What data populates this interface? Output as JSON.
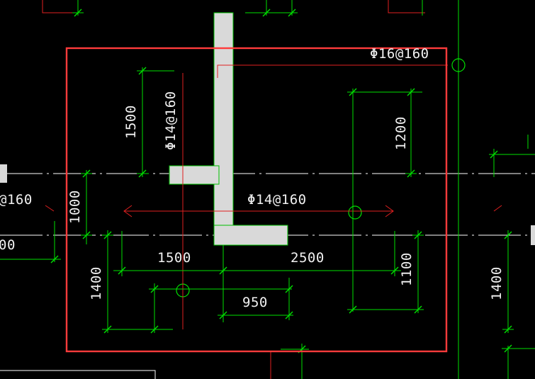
{
  "canvas_colors": {
    "background": "#000000",
    "dimension_lines": "#00e000",
    "red_lines": "#e02020",
    "selection_box": "#ff3b3b",
    "wall_fill": "#d9d9d9",
    "text": "#f2f2f2",
    "axis_lines": "#ffffff"
  },
  "labels": {
    "rebar_top_right": "Φ16@160",
    "rebar_vertical": "Φ14@160",
    "rebar_middle": "Φ14@160",
    "rebar_left_partial": "@160",
    "left_partial_number": "00"
  },
  "dimensions": {
    "d1500_vertical": "1500",
    "d1200": "1200",
    "d1000": "1000",
    "d1500_horizontal": "1500",
    "d2500": "2500",
    "d1400_left": "1400",
    "d1100": "1100",
    "d950": "950",
    "d1400_right": "1400"
  }
}
